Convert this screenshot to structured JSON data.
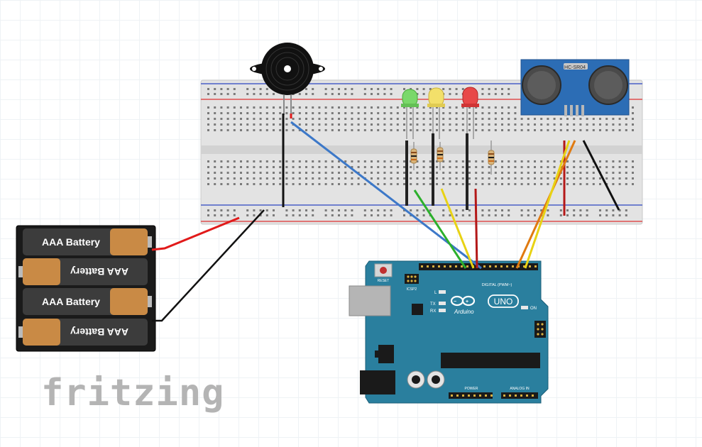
{
  "canvas": {
    "watermark": "fritzing",
    "background_color": "#ffffff"
  },
  "battery_pack": {
    "cells": [
      {
        "label": "AAA Battery",
        "orientation": "normal"
      },
      {
        "label": "AAA Battery",
        "orientation": "reversed"
      },
      {
        "label": "AAA Battery",
        "orientation": "normal"
      },
      {
        "label": "AAA Battery",
        "orientation": "reversed"
      }
    ],
    "cell_color": "#3c3c3c",
    "cap_color": "#c98a45"
  },
  "arduino": {
    "brand": "Arduino",
    "model": "UNO",
    "header_label": "DIGITAL (PWM~)",
    "power_label": "POWER",
    "analog_label": "ANALOG IN",
    "reset_label": "RESET",
    "icsp_label": "ICSP2",
    "on_label": "ON",
    "tx_label": "TX",
    "rx_label": "RX",
    "l_label": "L",
    "board_color": "#2a7f9e"
  },
  "sensor": {
    "model": "HC-SR04",
    "board_color": "#2c6db5"
  },
  "leds": [
    {
      "name": "green-led",
      "color": "#7ad86a"
    },
    {
      "name": "yellow-led",
      "color": "#f3e06a"
    },
    {
      "name": "red-led",
      "color": "#e84848"
    }
  ],
  "buzzer": {
    "color": "#111111"
  },
  "wire_colors": {
    "red": "#e11a1a",
    "black": "#111111",
    "blue": "#3c78c8",
    "green": "#2cb02c",
    "yellow": "#e8d214",
    "orange": "#e07a10",
    "dark_red": "#b41818"
  }
}
